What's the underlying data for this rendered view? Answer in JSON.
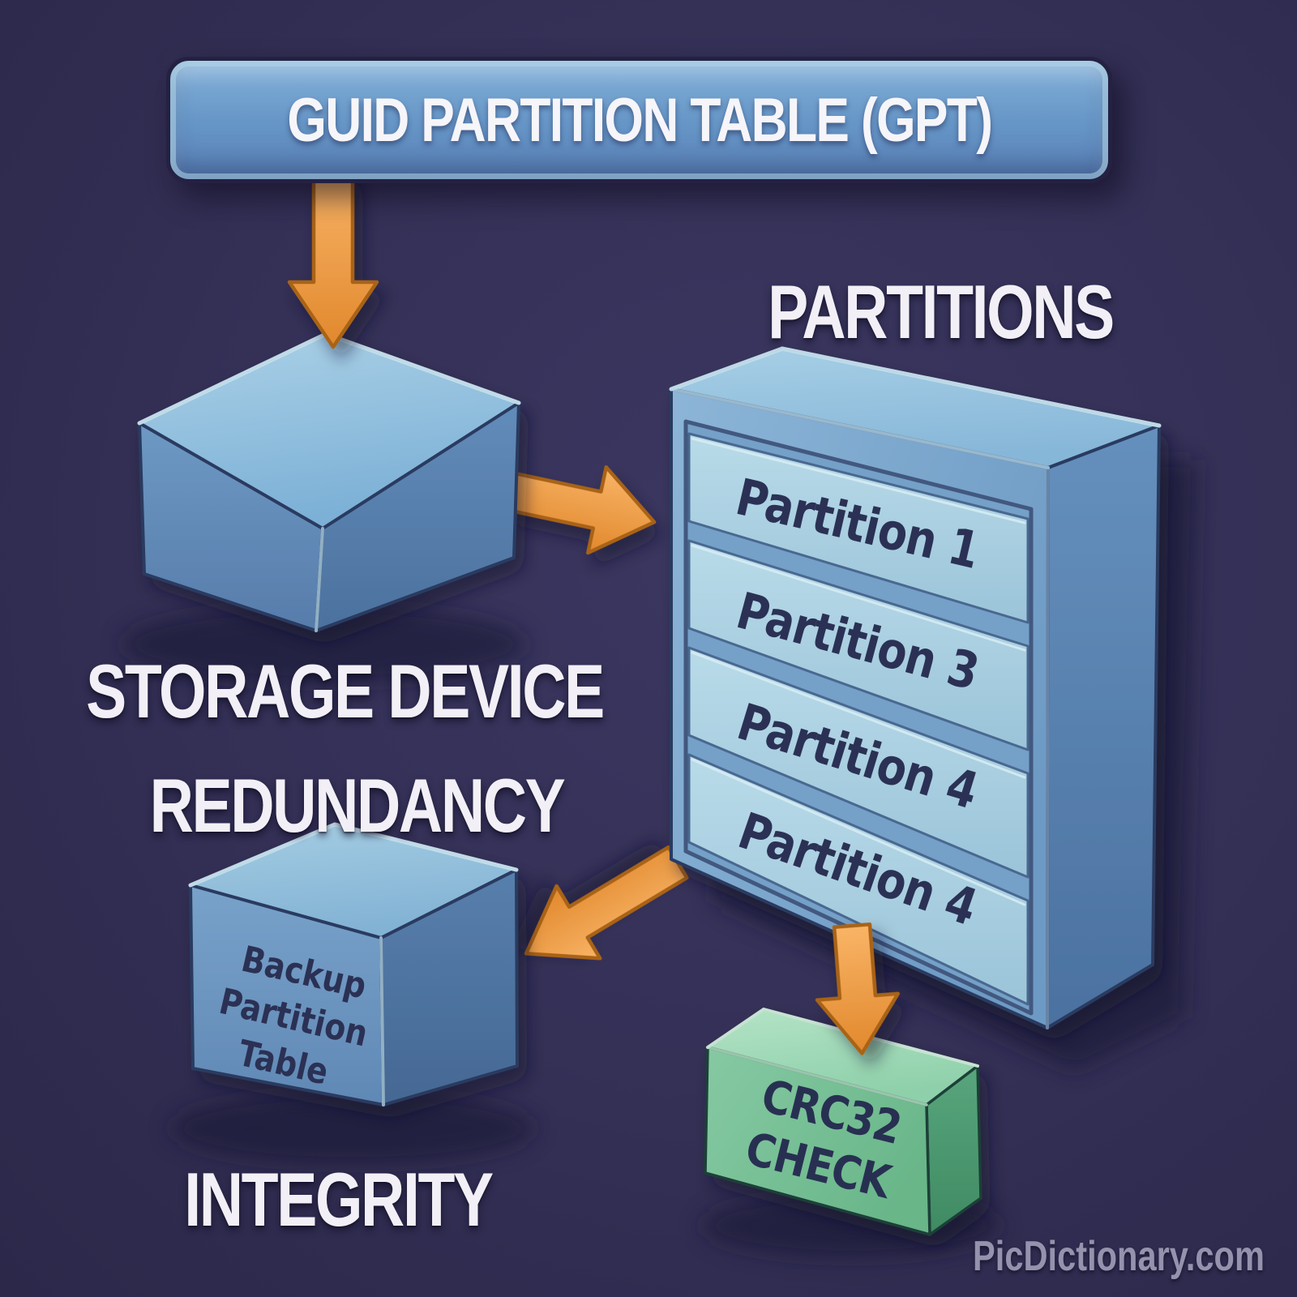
{
  "banner": {
    "title": "GUID PARTITION TABLE (GPT)"
  },
  "storage": {
    "label": "STORAGE DEVICE"
  },
  "partitions": {
    "heading": "PARTITIONS",
    "slots": [
      {
        "label": "Partition 1"
      },
      {
        "label": "Partition 3"
      },
      {
        "label": "Partition 4"
      },
      {
        "label": "Partition 4"
      }
    ]
  },
  "redundancy": {
    "heading": "REDUNDANCY",
    "cube_lines": [
      "Backup",
      "Partition",
      "Table"
    ]
  },
  "integrity": {
    "heading": "INTEGRITY",
    "check_lines": [
      "CRC32",
      "CHECK"
    ]
  },
  "watermark": {
    "label": "PicDictionary.com"
  },
  "colors": {
    "background": "#322e53",
    "banner_blue": "#6696c7",
    "box_blue": "#76a3c9",
    "slot_blue": "#aacfe1",
    "green": "#7dc49c",
    "arrow_orange": "#ef9a43",
    "arrow_outline": "#a96317",
    "dark_text": "#2b3154",
    "light_text": "#f2f0f6",
    "watermark_gray": "#9592ad"
  }
}
